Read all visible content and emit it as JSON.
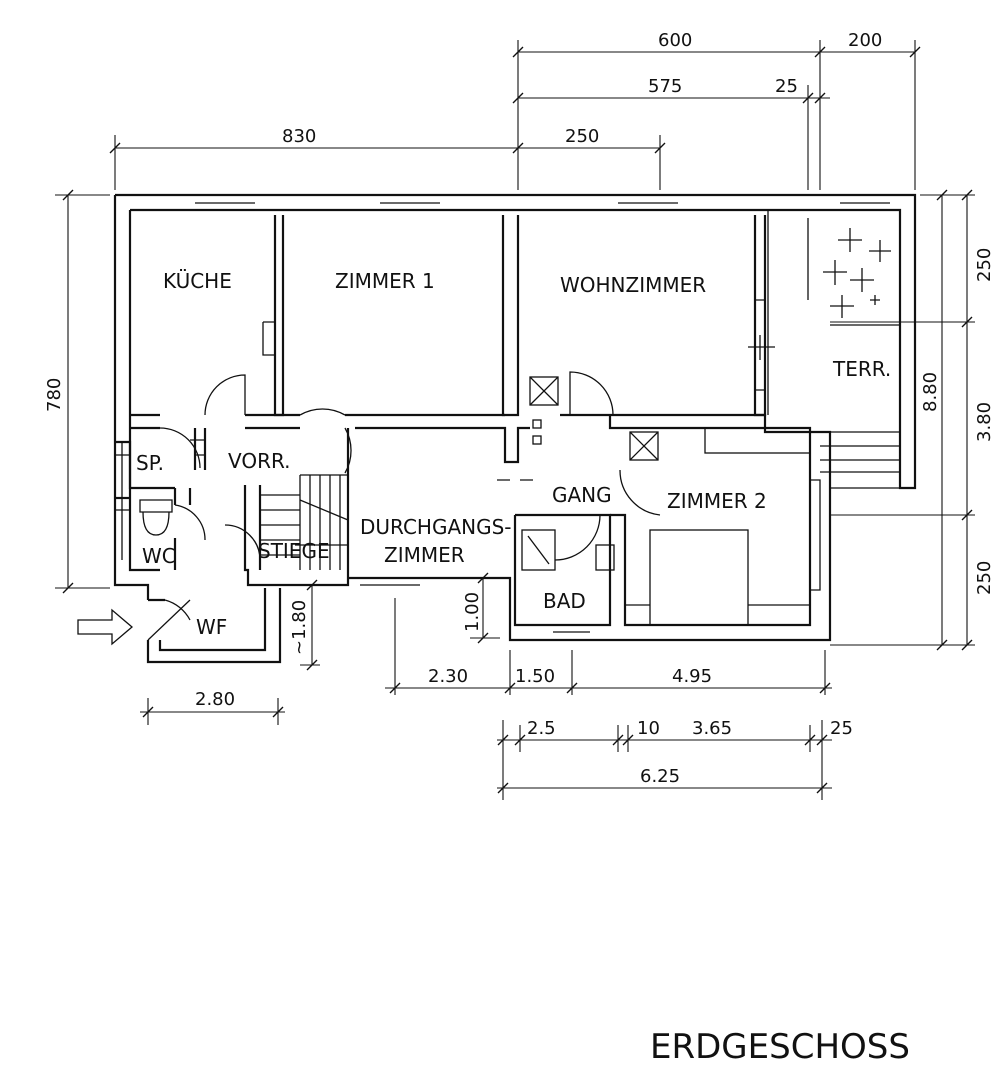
{
  "rooms": {
    "kueche": "KÜCHE",
    "zimmer1": "ZIMMER 1",
    "wohnzimmer": "WOHNZIMMER",
    "terr": "TERR.",
    "sp": "SP.",
    "vorr": "VORR.",
    "gang": "GANG",
    "zimmer2": "ZIMMER 2",
    "wc": "WC",
    "stiege": "STIEGE",
    "durchgangs1": "DURCHGANGS-",
    "durchgangs2": "ZIMMER",
    "bad": "BAD",
    "wf": "WF"
  },
  "dimensions": {
    "top_600": "600",
    "top_200": "200",
    "top_575": "575",
    "top_25": "25",
    "top_830": "830",
    "top_250": "250",
    "left_780": "780",
    "right_880": "8.80",
    "right_250a": "250",
    "right_380": "3.80",
    "right_250b": "250",
    "stair_180": "~1.80",
    "win_100": "1.00",
    "bot_280": "2.80",
    "bot_230": "2.30",
    "bot_150": "1.50",
    "bot_495": "4.95",
    "bot_25a": "2.5",
    "bot_10": "10",
    "bot_365": "3.65",
    "bot_25b": "25",
    "bot_625": "6.25"
  },
  "title": "ERDGESCHOSS"
}
